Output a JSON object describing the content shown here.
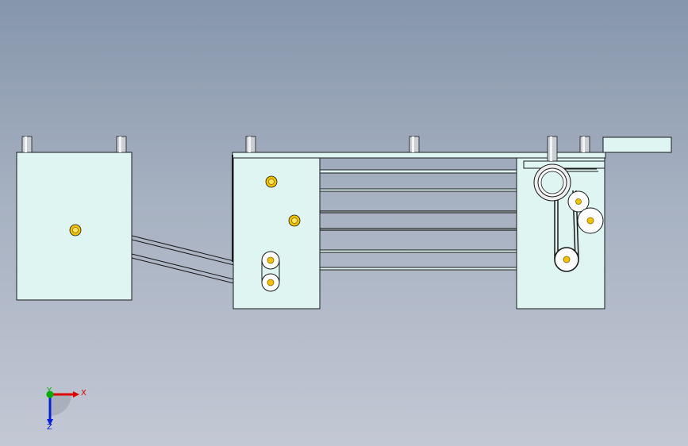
{
  "viewport": {
    "background_top": "#8696ab",
    "background_bottom": "#c3c8d4"
  },
  "colors": {
    "part_fill": "#dff5f1",
    "edge": "#1a1a1a",
    "screw_gold": "#f2c200",
    "screw_ring": "#8a6d00",
    "pin_fill": "#c9cfd2",
    "axis_x": "#e00000",
    "axis_y": "#00b000",
    "axis_z": "#0020e0"
  },
  "triad": {
    "x_label": "X",
    "y_label": "Y",
    "z_label": "Z",
    "icon": "coordinate-triad-icon"
  }
}
